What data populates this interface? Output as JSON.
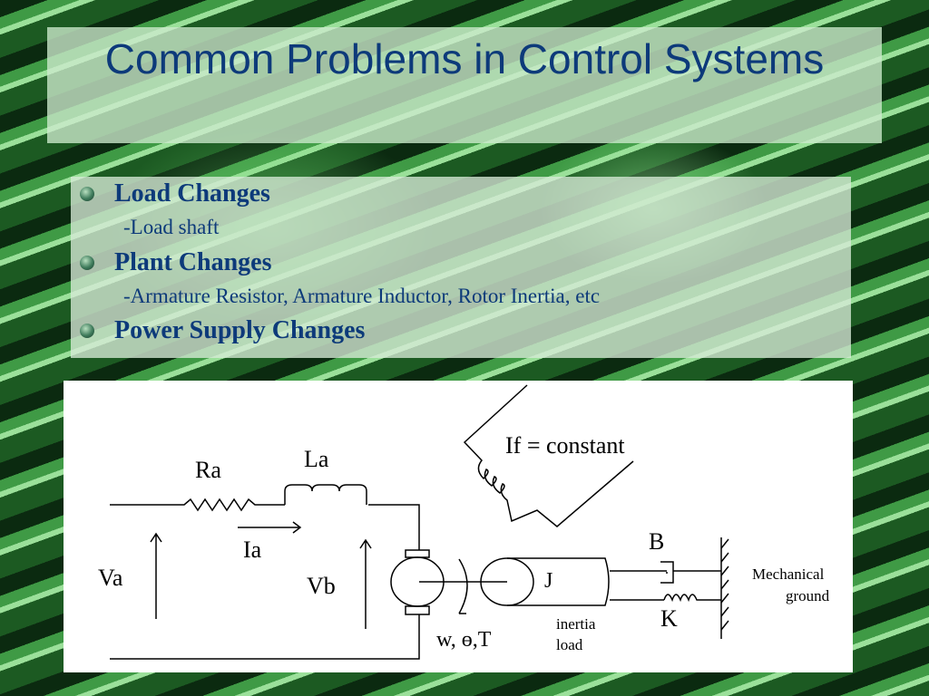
{
  "title": "Common Problems in Control Systems",
  "bullets": [
    {
      "label": "Load Changes",
      "sub": "-Load shaft"
    },
    {
      "label": "Plant Changes",
      "sub": "-Armature Resistor, Armature Inductor, Rotor Inertia, etc"
    },
    {
      "label": "Power Supply Changes"
    }
  ],
  "diagram": {
    "field": "If = constant",
    "ra": "Ra",
    "la": "La",
    "ia": "Ia",
    "va": "Va",
    "vb": "Vb",
    "b": "B",
    "j": "J",
    "k": "K",
    "motion": "w, ɵ,T",
    "inertia1": "inertia",
    "inertia2": "load",
    "ground1": "Mechanical",
    "ground2": "ground"
  }
}
